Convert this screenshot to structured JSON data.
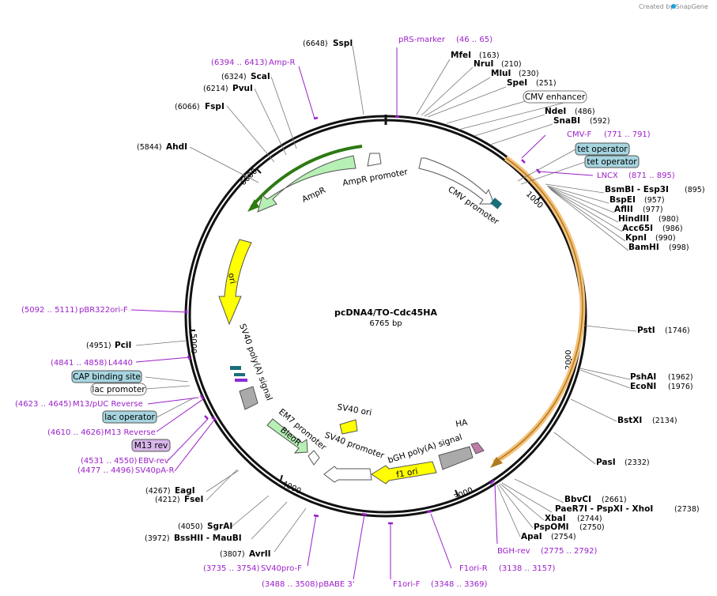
{
  "credit": "Created by SnapGene",
  "plasmid": {
    "name": "pcDNA4/TO-Cdc45HA",
    "length": "6765 bp",
    "length_bp": 6765
  },
  "ticks": [
    "1000",
    "2000",
    "3000",
    "4000",
    "5000",
    "6000"
  ],
  "colors": {
    "primer": "#9b1fc9",
    "tet_box": "#a6d5e0",
    "m13_box": "#d8b6ea",
    "ampr": "#b6f0b4",
    "ori": "#ffff00",
    "cds": "#f5c27a"
  },
  "enzymes": [
    {
      "pos": "(6648)",
      "name": "SspI"
    },
    {
      "pos": "(163)",
      "name": "MfeI"
    },
    {
      "pos": "(210)",
      "name": "NruI"
    },
    {
      "pos": "(230)",
      "name": "MluI"
    },
    {
      "pos": "(251)",
      "name": "SpeI"
    },
    {
      "pos": "(486)",
      "name": "NdeI"
    },
    {
      "pos": "(592)",
      "name": "SnaBI"
    },
    {
      "pos": "(895)",
      "name": "BsmBI - Esp3I"
    },
    {
      "pos": "(957)",
      "name": "BspEI"
    },
    {
      "pos": "(977)",
      "name": "AflII"
    },
    {
      "pos": "(980)",
      "name": "HindIII"
    },
    {
      "pos": "(986)",
      "name": "Acc65I"
    },
    {
      "pos": "(990)",
      "name": "KpnI"
    },
    {
      "pos": "(998)",
      "name": "BamHI"
    },
    {
      "pos": "(1746)",
      "name": "PstI"
    },
    {
      "pos": "(1962)",
      "name": "PshAI"
    },
    {
      "pos": "(1976)",
      "name": "EcoNI"
    },
    {
      "pos": "(2134)",
      "name": "BstXI"
    },
    {
      "pos": "(2332)",
      "name": "PasI"
    },
    {
      "pos": "(2661)",
      "name": "BbvCI"
    },
    {
      "pos": "(2738)",
      "name": "PaeR7I - PspXI - XhoI"
    },
    {
      "pos": "(2744)",
      "name": "XbaI"
    },
    {
      "pos": "(2750)",
      "name": "PspOMI"
    },
    {
      "pos": "(2754)",
      "name": "ApaI"
    },
    {
      "pos": "(3807)",
      "name": "AvrII"
    },
    {
      "pos": "(3972)",
      "name": "BssHII - MauBI"
    },
    {
      "pos": "(4050)",
      "name": "SgrAI"
    },
    {
      "pos": "(4212)",
      "name": "FseI"
    },
    {
      "pos": "(4267)",
      "name": "EagI"
    },
    {
      "pos": "(4951)",
      "name": "PciI"
    },
    {
      "pos": "(5844)",
      "name": "AhdI"
    },
    {
      "pos": "(6066)",
      "name": "FspI"
    },
    {
      "pos": "(6214)",
      "name": "PvuI"
    },
    {
      "pos": "(6324)",
      "name": "ScaI"
    }
  ],
  "primers": [
    {
      "name": "pRS-marker",
      "range": "(46 .. 65)"
    },
    {
      "name": "CMV-F",
      "range": "(771 .. 791)"
    },
    {
      "name": "LNCX",
      "range": "(871 .. 895)"
    },
    {
      "name": "BGH-rev",
      "range": "(2775 .. 2792)"
    },
    {
      "name": "F1ori-R",
      "range": "(3138 .. 3157)"
    },
    {
      "name": "F1ori-F",
      "range": "(3348 .. 3369)"
    },
    {
      "name": "pBABE 3'",
      "range": "(3488 .. 3508)"
    },
    {
      "name": "SV40pro-F",
      "range": "(3735 .. 3754)"
    },
    {
      "name": "SV40pA-R",
      "range": "(4477 .. 4496)"
    },
    {
      "name": "EBV-rev",
      "range": "(4531 .. 4550)"
    },
    {
      "name": "M13 Reverse",
      "range": "(4610 .. 4626)"
    },
    {
      "name": "M13/pUC Reverse",
      "range": "(4623 .. 4645)"
    },
    {
      "name": "L4440",
      "range": "(4841 .. 4858)"
    },
    {
      "name": "pBR322ori-F",
      "range": "(5092 .. 5111)"
    },
    {
      "name": "Amp-R",
      "range": "(6394 .. 6413)"
    }
  ],
  "boxed_labels": [
    "CMV enhancer",
    "tet operator",
    "tet operator",
    "CAP binding site",
    "lac promoter",
    "lac operator",
    "M13 rev"
  ],
  "features": [
    "CMV promoter",
    "AmpR promoter",
    "AmpR",
    "ori",
    "SV40 poly(A) signal",
    "EM7 promoter",
    "BleoR",
    "SV40 promoter",
    "SV40 ori",
    "bGH poly(A) signal",
    "HA",
    "f1 ori"
  ]
}
